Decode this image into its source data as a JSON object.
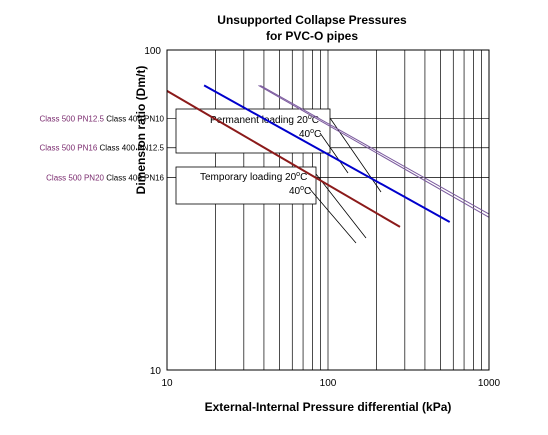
{
  "chart_data": {
    "type": "line",
    "title": [
      "Unsupported Collapse Pressures",
      "for PVC-O pipes"
    ],
    "xlabel": "External-Internal Pressure differential (kPa)",
    "ylabel": "Dimension ratio (Dm/t)",
    "xscale": "log",
    "yscale": "log",
    "xlim": [
      10,
      1000
    ],
    "ylim": [
      10,
      100
    ],
    "x_ticks": [
      {
        "value": 10,
        "label": "10"
      },
      {
        "value": 100,
        "label": "100"
      },
      {
        "value": 1000,
        "label": "1000"
      }
    ],
    "y_ticks": [
      {
        "value": 10,
        "label": "10"
      },
      {
        "value": 100,
        "label": "100"
      }
    ],
    "grid": true,
    "y_reference_lines": [
      {
        "value": 40,
        "label_a": "Class 500 PN20",
        "label_b": " Class 400 PN16",
        "color_a": "#7a2a6e",
        "color_b": "#000000"
      },
      {
        "value": 49.5,
        "label_a": "Class 500 PN16",
        "label_b": " Class 400 PN12.5",
        "color_a": "#7a2a6e",
        "color_b": "#000000"
      },
      {
        "value": 61,
        "label_a": "Class 500 PN12.5",
        "label_b": " Class 400 PN10",
        "color_a": "#7a2a6e",
        "color_b": "#000000"
      }
    ],
    "series": [
      {
        "color": "#8b1a1a",
        "x": [
          10,
          280
        ],
        "y": [
          74.5,
          28
        ]
      },
      {
        "color": "#0000cc",
        "x": [
          17,
          570
        ],
        "y": [
          77.5,
          29
        ]
      },
      {
        "color": "#7b5a9e",
        "x": [
          37,
          1000
        ],
        "y": [
          77.5,
          30
        ]
      },
      {
        "color": "#7b5a9e",
        "x": [
          38,
          1000
        ],
        "y": [
          77.5,
          30.7
        ]
      }
    ],
    "annotations": [
      {
        "line1": "Permanent loading 20",
        "line1_unit": "C",
        "line2": "40",
        "line2_unit": "C",
        "degree": "o"
      },
      {
        "line1": "Temporary loading 20",
        "line1_unit": "C",
        "line2": "40",
        "line2_unit": "C",
        "degree": "o"
      }
    ],
    "colors": {
      "plot_bg": "#ffffff",
      "grid": "#000000"
    }
  }
}
